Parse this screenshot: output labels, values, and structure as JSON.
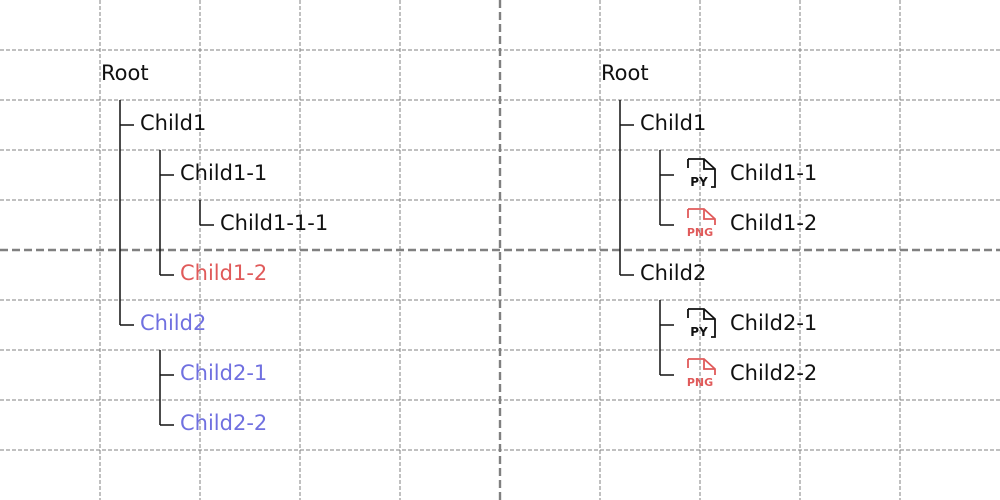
{
  "colors": {
    "default": "#111111",
    "red": "#e05a5a",
    "purple": "#7070e0",
    "grid": "#808080",
    "tree_line": "#111111"
  },
  "left_tree": {
    "root": "Root",
    "child1": "Child1",
    "child1_1": "Child1-1",
    "child1_1_1": "Child1-1-1",
    "child1_2": "Child1-2",
    "child2": "Child2",
    "child2_1": "Child2-1",
    "child2_2": "Child2-2"
  },
  "right_tree": {
    "root": "Root",
    "child1": "Child1",
    "child1_1": "Child1-1",
    "child1_1_icon": "PY",
    "child1_2": "Child1-2",
    "child1_2_icon": "PNG",
    "child2": "Child2",
    "child2_1": "Child2-1",
    "child2_1_icon": "PY",
    "child2_2": "Child2-2",
    "child2_2_icon": "PNG"
  }
}
